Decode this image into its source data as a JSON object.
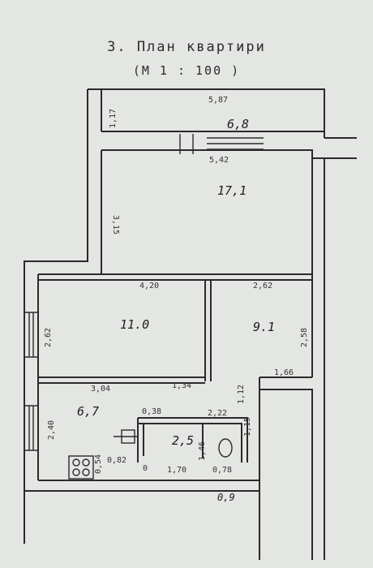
{
  "title": "3. План квартири",
  "scale": "(М 1 : 100 )",
  "colors": {
    "ink": "#2a2a2a",
    "paper": "#e4e6e3"
  },
  "rooms": [
    {
      "id": "balcony",
      "area": "6,8"
    },
    {
      "id": "living",
      "area": "17,1"
    },
    {
      "id": "bedroom",
      "area": "11.0"
    },
    {
      "id": "room-right",
      "area": "9.1"
    },
    {
      "id": "kitchen",
      "area": "6,7"
    },
    {
      "id": "bathroom",
      "area": "2,5"
    },
    {
      "id": "small",
      "area": "0,9"
    }
  ],
  "dimensions": [
    "5,87",
    "1,17",
    "5,42",
    "3,15",
    "4,20",
    "2,62",
    "2,58",
    "2,62",
    "3,04",
    "1,34",
    "1,12",
    "1,66",
    "0,38",
    "2,22",
    "1,46",
    "1,15",
    "2,40",
    "0,82",
    "0,54",
    "0",
    "1,70",
    "0,78"
  ]
}
